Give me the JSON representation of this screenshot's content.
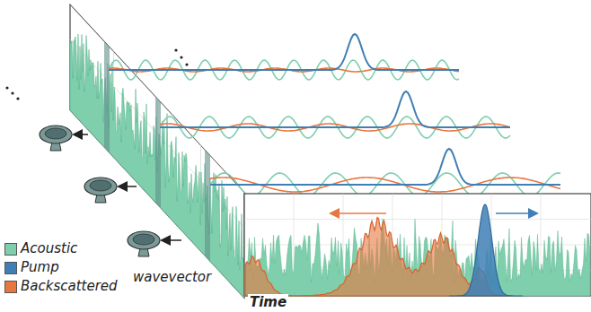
{
  "diagram": {
    "labels": [
      "wavevector",
      "Time"
    ],
    "legend": [
      {
        "text": "Acoustic",
        "color": "#7fcfad"
      },
      {
        "text": "Pump",
        "color": "#3f7fb5"
      },
      {
        "text": "Backscattered",
        "color": "#e8773f"
      }
    ]
  }
}
